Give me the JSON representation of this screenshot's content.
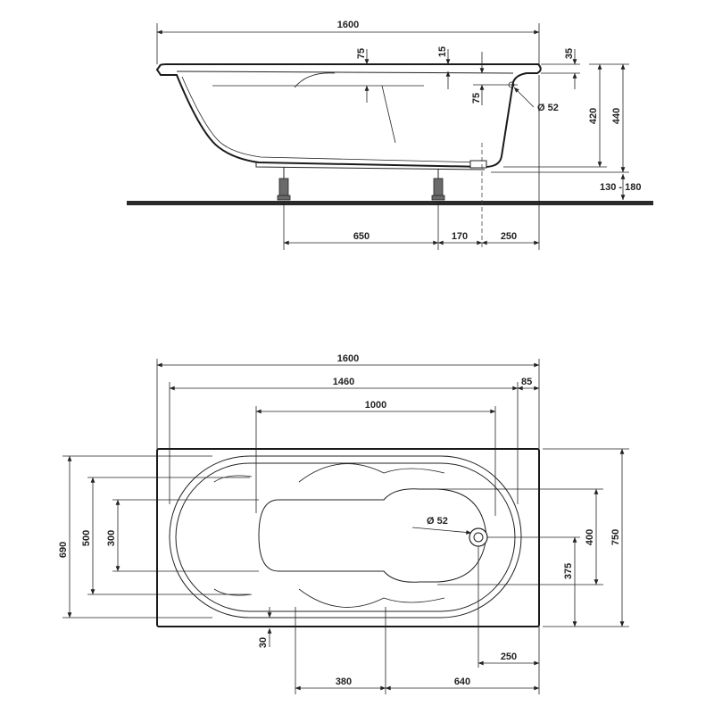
{
  "side_view": {
    "overall_length": "1600",
    "rim_drop": "75",
    "rim_gap": "15",
    "rim_thickness": "35",
    "overflow_offset": "75",
    "drain_diameter": "Ø 52",
    "inner_height": "420",
    "total_height": "440",
    "leg_adjust": "130 - 180",
    "leg_spacing": "650",
    "leg_to_drain": "170",
    "drain_to_end": "250"
  },
  "top_view": {
    "overall_length": "1600",
    "rim_length": "1460",
    "rim_end": "85",
    "bottom_length": "1000",
    "drain_diameter": "Ø 52",
    "inner_width": "690",
    "width_500": "500",
    "width_300": "300",
    "width_400": "400",
    "drain_offset": "375",
    "total_width": "750",
    "edge_gap": "30",
    "drain_to_end": "250",
    "dim_380": "380",
    "dim_640": "640"
  }
}
